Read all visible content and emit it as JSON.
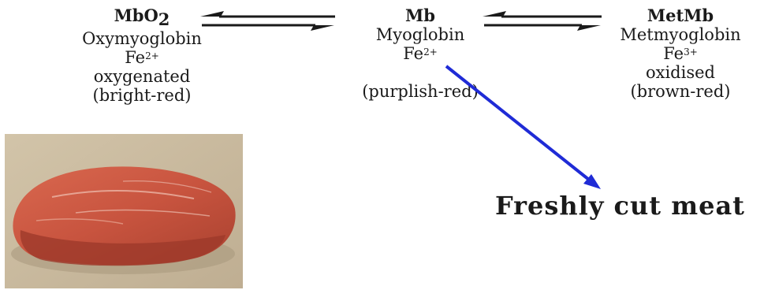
{
  "species": {
    "mbo2": {
      "name": "MbO",
      "name_sub": "2",
      "full_name": "Oxymyoglobin",
      "iron": "Fe",
      "iron_charge": "2+",
      "state": "oxygenated",
      "colour": "(bright-red)"
    },
    "mb": {
      "name": "Mb",
      "full_name": "Myoglobin",
      "iron": "Fe",
      "iron_charge": "2+",
      "colour": "(purplish-red)"
    },
    "metmb": {
      "name": "MetMb",
      "full_name": "Metmyoglobin",
      "iron": "Fe",
      "iron_charge": "3+",
      "state": "oxidised",
      "colour": "(brown-red)"
    }
  },
  "caption": "Freshly cut meat",
  "colors": {
    "pointer_arrow": "#1f2bd6",
    "equilibrium_arrows": "#1a1a1a",
    "meat": "#c8543f",
    "photo_background": "#c9ba9f"
  }
}
